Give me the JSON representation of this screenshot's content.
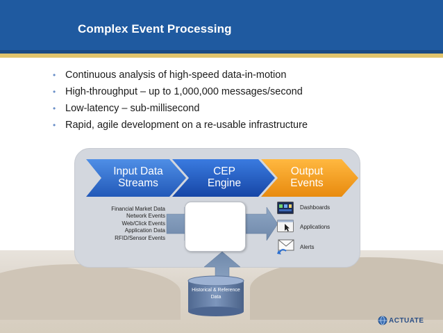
{
  "slide": {
    "title": "Complex Event Processing",
    "bullets": [
      "Continuous analysis of high-speed data-in-motion",
      "High-throughput – up to 1,000,000 messages/second",
      "Low-latency – sub-millisecond",
      "Rapid, agile development on a re-usable infrastructure"
    ]
  },
  "diagram": {
    "stages": [
      {
        "line1": "Input Data",
        "line2": "Streams",
        "color": "#2f6fd0"
      },
      {
        "line1": "CEP",
        "line2": "Engine",
        "color": "#1d5cc8"
      },
      {
        "line1": "Output",
        "line2": "Events",
        "color": "#f3a21d"
      }
    ],
    "inputs": [
      "Financial Market Data",
      "Network Events",
      "Web/Click Events",
      "Application Data",
      "RFID/Sensor Events"
    ],
    "outputs": [
      {
        "label": "Dashboards",
        "icon": "dashboard-icon"
      },
      {
        "label": "Applications",
        "icon": "application-cursor-icon"
      },
      {
        "label": "Alerts",
        "icon": "envelope-alert-icon"
      }
    ],
    "database_label_line1": "Historical & Reference",
    "database_label_line2": "Data"
  },
  "logo": {
    "text": "ACTUATE",
    "icon": "globe-icon"
  },
  "colors": {
    "header": "#1f5aa0",
    "header_accent": "#e1c46b",
    "bullet": "#6a8fc8"
  }
}
